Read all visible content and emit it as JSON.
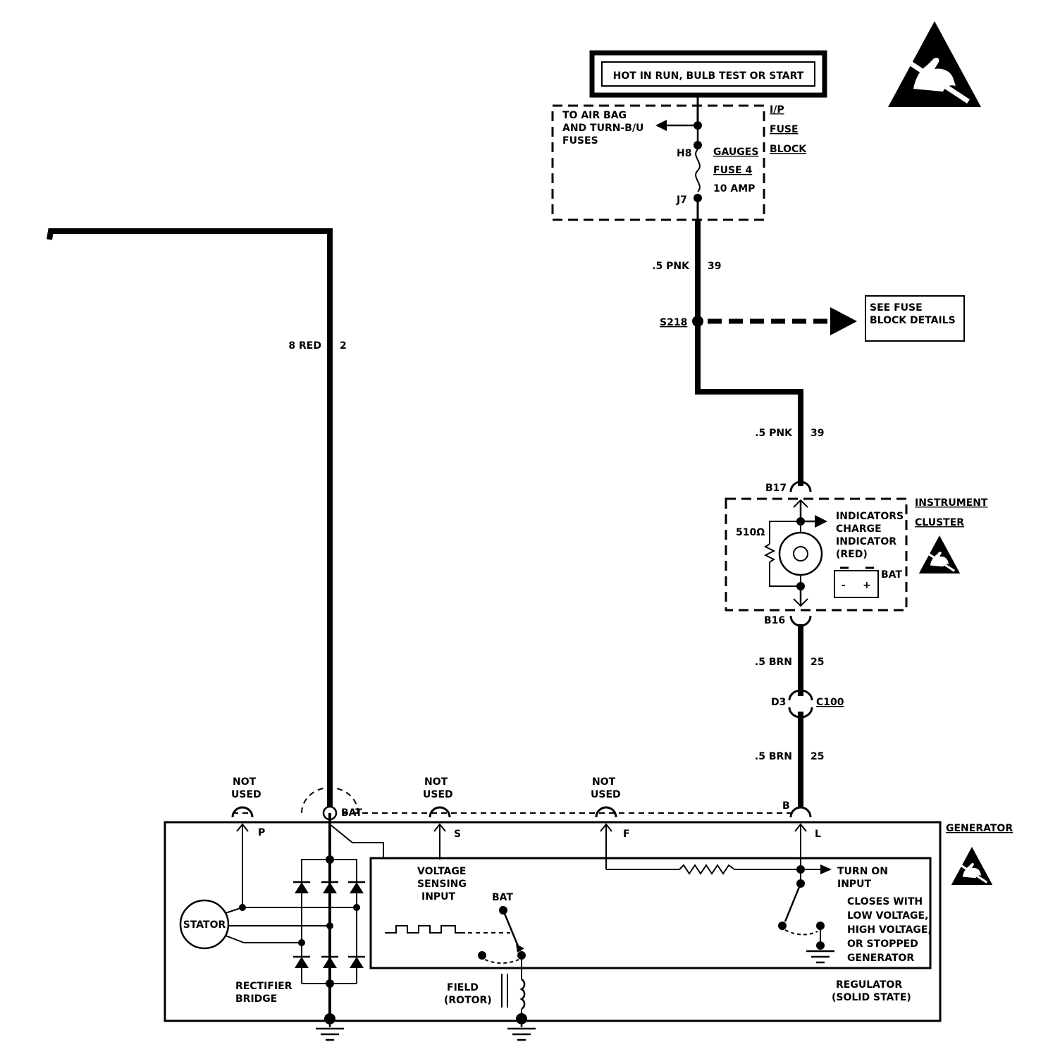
{
  "header": {
    "power_label": "HOT IN RUN, BULB TEST OR START"
  },
  "fuse_block": {
    "label_lines": [
      "I/P",
      "FUSE",
      "BLOCK"
    ],
    "to_airbag_lines": [
      "TO AIR BAG",
      "AND TURN-B/U",
      "FUSES"
    ],
    "terminal_top": "H8",
    "terminal_bottom": "J7",
    "fuse_lines": [
      "GAUGES",
      "FUSE 4",
      "10 AMP"
    ]
  },
  "wires": {
    "red_gauge": "8 RED",
    "red_circuit": "2",
    "pnk_gauge_1": ".5 PNK",
    "pnk_circuit_1": "39",
    "pnk_gauge_2": ".5 PNK",
    "pnk_circuit_2": "39",
    "brn_gauge_1": ".5 BRN",
    "brn_circuit_1": "25",
    "brn_gauge_2": ".5 BRN",
    "brn_circuit_2": "25"
  },
  "splice": {
    "label": "S218",
    "see_lines": [
      "SEE FUSE",
      "BLOCK DETAILS"
    ]
  },
  "cluster": {
    "terminal_top": "B17",
    "terminal_bottom": "B16",
    "label_lines": [
      "INSTRUMENT",
      "CLUSTER"
    ],
    "resistor": "510Ω",
    "indicator_lines": [
      "INDICATORS",
      "CHARGE",
      "INDICATOR",
      "(RED)"
    ],
    "battery": "BAT",
    "battery_minus": "-",
    "battery_plus": "+"
  },
  "connector": {
    "pin": "D3",
    "name": "C100"
  },
  "generator": {
    "label": "GENERATOR",
    "not_used_p": [
      "NOT",
      "USED"
    ],
    "not_used_s": [
      "NOT",
      "USED"
    ],
    "not_used_f": [
      "NOT",
      "USED"
    ],
    "bat_terminal": "BAT",
    "b_pin": "B",
    "term_p": "P",
    "term_s": "S",
    "term_f": "F",
    "term_l": "L",
    "stator": "STATOR",
    "rectifier_lines": [
      "RECTIFIER",
      "BRIDGE"
    ],
    "voltage_lines": [
      "VOLTAGE",
      "SENSING",
      "INPUT"
    ],
    "bat_switch": "BAT",
    "field_lines": [
      "FIELD",
      "(ROTOR)"
    ],
    "turn_on_lines": [
      "TURN ON",
      "INPUT"
    ],
    "closes_lines": [
      "CLOSES WITH",
      "LOW VOLTAGE,",
      "HIGH VOLTAGE,",
      "OR STOPPED",
      "GENERATOR"
    ],
    "regulator_lines": [
      "REGULATOR",
      "(SOLID STATE)"
    ]
  }
}
